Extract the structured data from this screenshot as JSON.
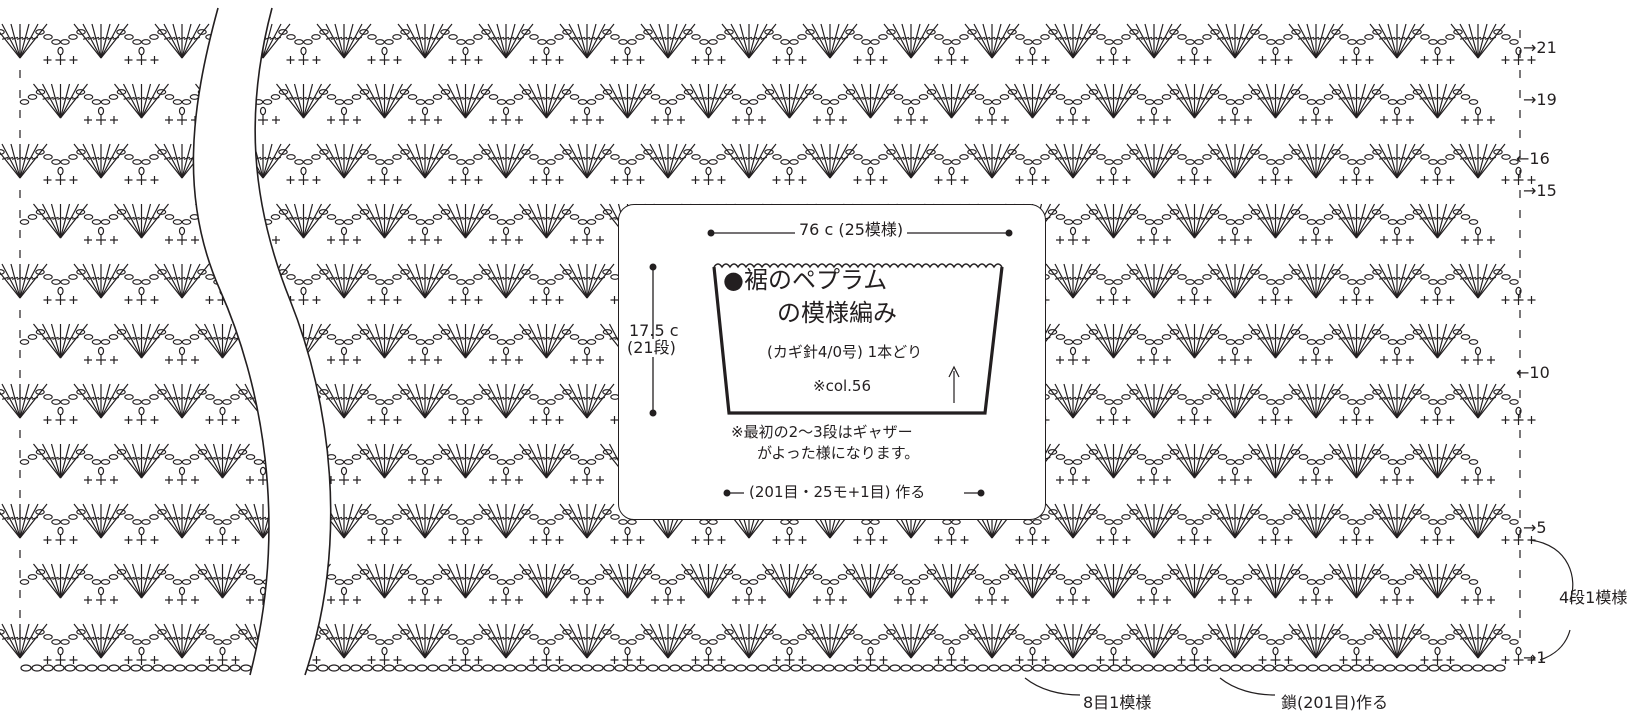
{
  "diagram": {
    "row_labels": [
      "→21",
      "→19",
      "←16",
      "→15",
      "←10",
      "→5",
      "→1"
    ],
    "repeat_rows_label": "4段1模様",
    "repeat_stitch_label": "8目1模様",
    "foundation_label": "鎖(201目)作る"
  },
  "panel": {
    "width_label": "76 c (25模様)",
    "height_label": "17.5 c",
    "height_rows": "(21段)",
    "title_line1": "●裾のペプラム",
    "title_line2": "の模様編み",
    "needle": "(カギ針4/0号) 1本どり",
    "color": "※col.56",
    "note_line1": "※最初の2〜3段はギャザー",
    "note_line2": "がよった様になります。",
    "cast_on": "(201目・25モ+1目) 作る"
  }
}
